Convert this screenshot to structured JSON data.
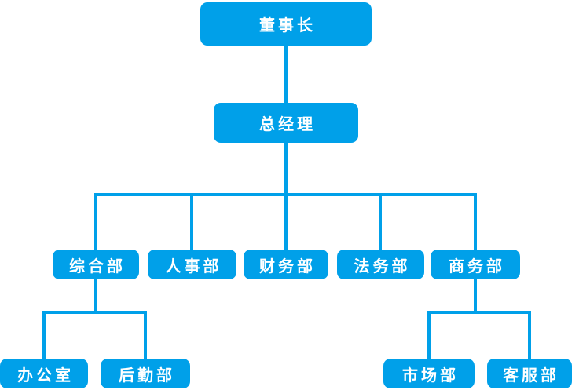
{
  "org_chart": {
    "type": "org-tree",
    "accent_color": "#00a0e9",
    "text_color": "#ffffff",
    "background_color": "#ffffff",
    "tree": {
      "label": "董事长",
      "children": [
        {
          "label": "总经理",
          "children": [
            {
              "label": "综合部",
              "children": [
                {
                  "label": "办公室"
                },
                {
                  "label": "后勤部"
                }
              ]
            },
            {
              "label": "人事部"
            },
            {
              "label": "财务部"
            },
            {
              "label": "法务部"
            },
            {
              "label": "商务部",
              "children": [
                {
                  "label": "市场部"
                },
                {
                  "label": "客服部"
                }
              ]
            }
          ]
        }
      ]
    }
  }
}
